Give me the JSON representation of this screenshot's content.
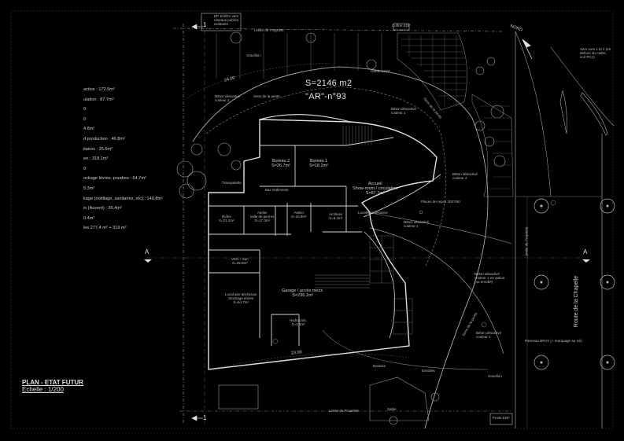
{
  "drawing": {
    "title": "PLAN - ETAT FUTUR",
    "scale": "Echelle : 1/200",
    "site_area": "S=2146 m2",
    "parcel_ref": "\"AR\"-n°93",
    "north_label": "NORD",
    "street_name": "Route de la Chapelle",
    "section_marker": "A",
    "section_marker_left": "A",
    "section_marker_right": "A",
    "cut_marker_top": "1",
    "cut_marker_bottom": "1"
  },
  "dimensions": {
    "top": "24,00",
    "bottom": "23,00"
  },
  "area_summary": [
    "active : 172.9m²",
    "ulation : 87.7m²",
    "0",
    "0",
    "4.8m²",
    "",
    "d production : 46.8m²",
    "",
    "itaires : 25.6m²",
    "",
    "en : 318.1m²",
    "0",
    "ockage lèvres, poudres : 64.7m²",
    "5.3m²",
    "",
    "kage (outillage, sanitaires, etc) : 140.8m²",
    "",
    "is (Auvent) : 35.4m²",
    "",
    "0.4m²",
    "les 277,4 m² + 319 m²"
  ],
  "rooms": [
    {
      "name": "Bureau 2",
      "area": "S=26.7m²"
    },
    {
      "name": "Bureau 1",
      "area": "S=18.2m²"
    },
    {
      "name": "Accueil",
      "area": "Show-room / circulation",
      "extra": "S=87.7m²"
    },
    {
      "name": "Atelier",
      "area": "taille de pierres",
      "extra": "S=17.3m²"
    },
    {
      "name": "Rufes",
      "area": "S=21.2m²"
    },
    {
      "name": "Vest. / San",
      "area": "S=25.6m²"
    },
    {
      "name": "Local aire déchiruse",
      "area": "Stockage lèvres",
      "extra": "S=64.7m²"
    },
    {
      "name": "Garage / accès mezz.",
      "area": "S=236.1m²"
    },
    {
      "name": "Hydrocarb.",
      "area": "S=3.1m²"
    },
    {
      "name": "Archives",
      "area": "S=6.4m²"
    },
    {
      "name": "Local Maintenance",
      "area": ""
    },
    {
      "name": "Atelier",
      "area": "S=10.9m²"
    }
  ],
  "notes": {
    "coffret": "Coffret EDF",
    "enrobes": "Enrobés",
    "gravillon": "Gravillon",
    "beton1": "Béton désactivé couleur 1",
    "beton2": "Béton désactivé couleur 2",
    "beton3": "Béton désactivé couleur 1",
    "beton4": "Béton désactivé couleur 1 en option (ou enrobé)",
    "beton5": "Béton désactivé couleur 1",
    "beton6": "Béton désactivé couleur 1",
    "poste_edf": "Poste EDF",
    "panneau": "Panneau BRAY (+ marquage au sol)",
    "vers_rues": "Vers rues 1 et 2 (en dehors du cadre, voir PC1)",
    "ep": "EP, EU/EV vers réseaux publics existants",
    "limite": "Limite de Propriété",
    "sens_pente": "Sens de la pente",
    "transpalette": "Transpalette",
    "bacs": "Bac sédiments",
    "accueil_pts": "Places de repos 2007/50",
    "sable": "Sable",
    "garde_corps": "Garde corps",
    "bourdure": "Bordure",
    "gravillon2": "Gravillon"
  },
  "colors": {
    "background": "#000000",
    "linework": "#c8c8c8",
    "faint": "#6a6a6a",
    "text": "#d8d8d8"
  }
}
